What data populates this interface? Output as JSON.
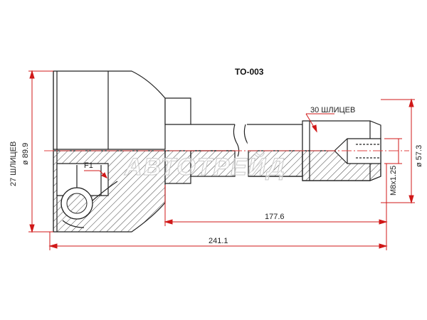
{
  "part_number": "TO-003",
  "watermark": "АВТОТРЕЙД",
  "labels": {
    "outer_splines": "27 ШЛИЦЕВ",
    "outer_diameter": "ø 89.9",
    "inner_splines": "30 ШЛИЦЕВ",
    "inner_diameter": "ø 57.3",
    "thread": "M8x1.25",
    "marker": "F1"
  },
  "dimensions": {
    "stem_length": "177.6",
    "overall_length": "241.1"
  },
  "colors": {
    "outline": "#222222",
    "dimension": "#d01818",
    "centerline": "#e04040",
    "hatch": "#444444"
  }
}
